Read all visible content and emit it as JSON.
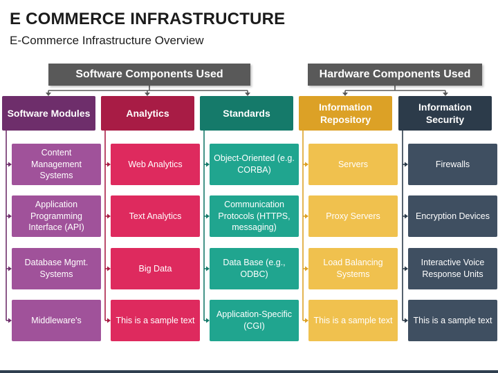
{
  "title": "E COMMERCE INFRASTRUCTURE",
  "subtitle": "E-Commerce Infrastructure Overview",
  "groups": [
    {
      "label": "Software Components Used"
    },
    {
      "label": "Hardware Components Used"
    }
  ],
  "columns": [
    {
      "header": "Software Modules",
      "dark": "#6e2e6b",
      "light": "#a0529a",
      "items": [
        "Content Management Systems",
        "Application Programming Interface (API)",
        "Database Mgmt. Systems",
        "Middleware's"
      ]
    },
    {
      "header": "Analytics",
      "dark": "#a81c45",
      "light": "#de2a5e",
      "items": [
        "Web Analytics",
        "Text Analytics",
        "Big Data",
        "This is a sample text"
      ]
    },
    {
      "header": "Standards",
      "dark": "#157a6a",
      "light": "#20a58f",
      "items": [
        "Object-Oriented (e.g. CORBA)",
        "Communication Protocols (HTTPS, messaging)",
        "Data Base (e.g., ODBC)",
        "Application-Specific (CGI)"
      ]
    },
    {
      "header": "Information Repository",
      "dark": "#dca126",
      "light": "#f0c14e",
      "items": [
        "Servers",
        "Proxy Servers",
        "Load Balancing Systems",
        "This is a sample text"
      ]
    },
    {
      "header": "Information Security",
      "dark": "#2c3b4a",
      "light": "#3f4f61",
      "items": [
        "Firewalls",
        "Encryption Devices",
        "Interactive Voice Response Units",
        "This is a sample text"
      ]
    }
  ]
}
